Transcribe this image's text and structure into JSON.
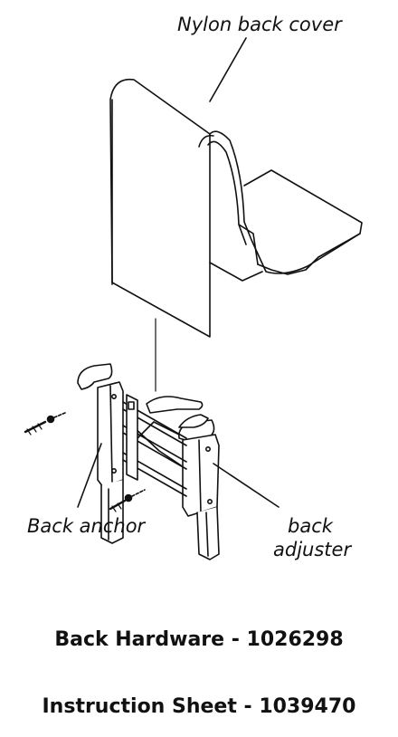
{
  "labels": {
    "back_cover": "Nylon back cover",
    "back_anchor": "Back anchor",
    "back_adjuster_line1": "back",
    "back_adjuster_line2": "adjuster"
  },
  "captions": {
    "back_hardware": "Back Hardware - 1026298",
    "instruction_sheet": "Instruction Sheet - 1039470"
  }
}
